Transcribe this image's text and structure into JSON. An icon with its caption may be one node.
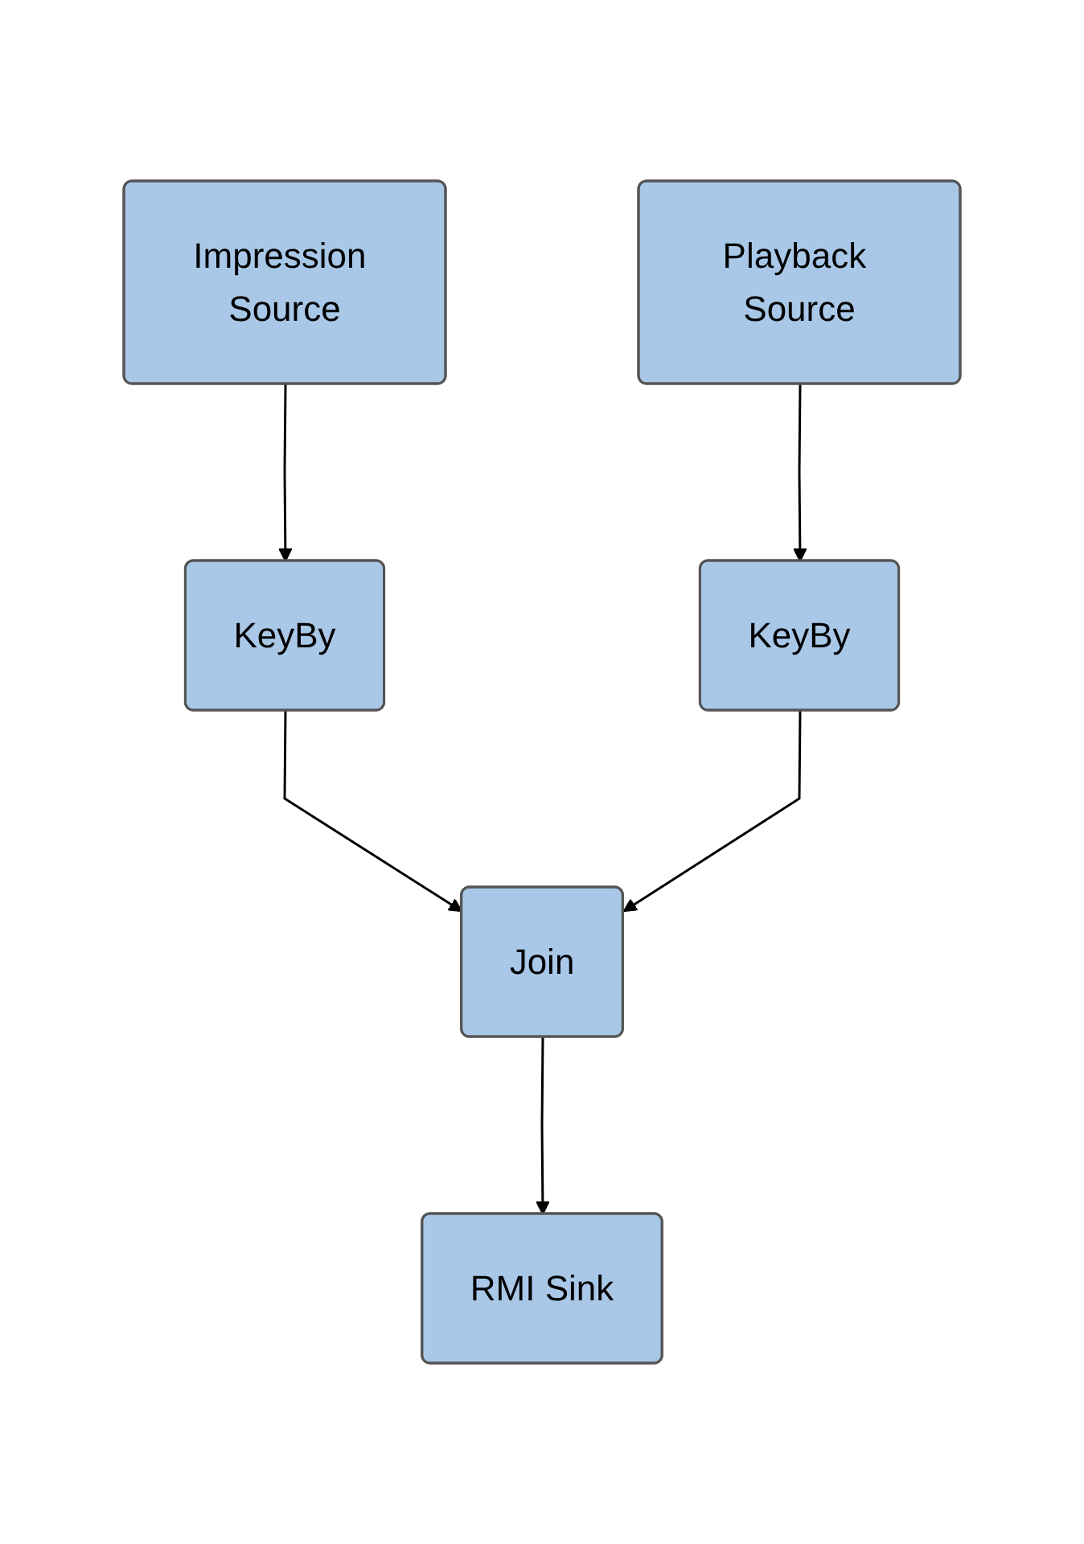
{
  "diagram": {
    "nodes": [
      {
        "text": [
          "Impression Source"
        ]
      },
      {
        "text": [
          "Playback Source"
        ]
      },
      {
        "text": [
          "KeyBy"
        ]
      },
      {
        "text": [
          "KeyBy"
        ]
      },
      {
        "text": [
          "Join"
        ]
      },
      {
        "text": [
          "RMI Sink"
        ]
      }
    ],
    "edges": [
      {
        "from": 0,
        "to": 2,
        "arrow": "to"
      },
      {
        "from": 1,
        "to": 3,
        "arrow": "to"
      },
      {
        "from": 2,
        "to": 4,
        "arrow": "to"
      },
      {
        "from": 3,
        "to": 4,
        "arrow": "to"
      },
      {
        "from": 4,
        "to": 5,
        "arrow": "to"
      }
    ]
  }
}
